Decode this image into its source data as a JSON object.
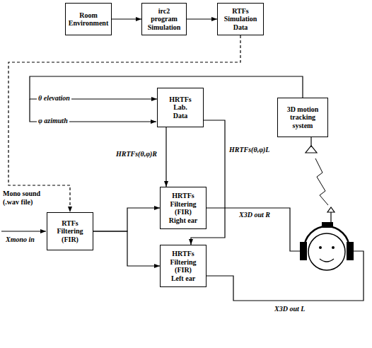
{
  "diagram": {
    "nodes": [
      {
        "text": [
          "Room Environment"
        ]
      },
      {
        "text": [
          "irc2 program Simulation"
        ]
      },
      {
        "text": [
          "RTFs Simulation Data"
        ]
      },
      {
        "text": [
          "HRTFs Lab. Data"
        ]
      },
      {
        "text": [
          "3D motion tracking system"
        ]
      },
      {
        "text": [
          "RTFs Filtering (FIR)"
        ]
      },
      {
        "text": [
          "HRTFs Filtering (FIR) Right ear"
        ]
      },
      {
        "text": [
          "HRTFs Filtering (FIR) Left ear"
        ]
      }
    ],
    "edges": [
      {
        "from": 0,
        "to": 1,
        "arrow": "to"
      },
      {
        "from": 1,
        "to": 2,
        "arrow": "to"
      },
      {
        "from": 2,
        "to": 5,
        "arrow": "to"
      },
      {
        "from": 4,
        "to": 3,
        "arrow": "to"
      },
      {
        "from": 3,
        "to": 6,
        "arrow": "to"
      },
      {
        "from": 3,
        "to": 7,
        "arrow": "to"
      },
      {
        "from": 5,
        "to": 6,
        "arrow": "to"
      },
      {
        "from": 5,
        "to": 7,
        "arrow": "to"
      }
    ],
    "labels": [
      "θ elevation",
      "φ azimuth",
      "HRTFs(θ,φ)R",
      "HRTFs(θ,φ)L",
      "Mono sound (.wav file)",
      "Xmono in",
      "X3D out R",
      "X3D out L"
    ]
  }
}
